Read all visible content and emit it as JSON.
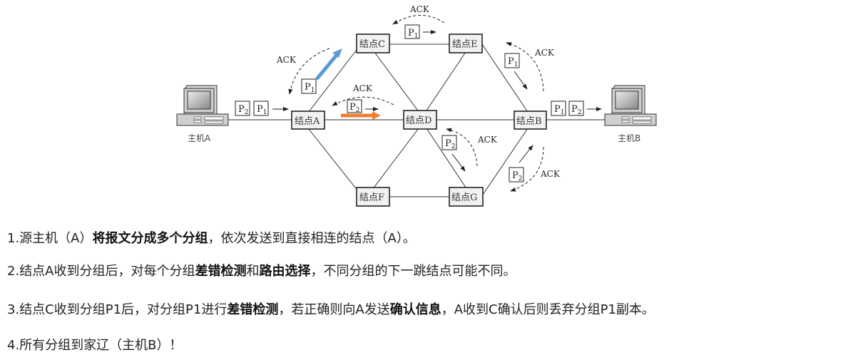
{
  "diagram": {
    "hosts": [
      {
        "id": "hostA",
        "label": "主机A"
      },
      {
        "id": "hostB",
        "label": "主机B"
      }
    ],
    "nodes": [
      {
        "id": "A",
        "label": "结点A"
      },
      {
        "id": "B",
        "label": "结点B"
      },
      {
        "id": "C",
        "label": "结点C"
      },
      {
        "id": "D",
        "label": "结点D"
      },
      {
        "id": "E",
        "label": "结点E"
      },
      {
        "id": "F",
        "label": "结点F"
      },
      {
        "id": "G",
        "label": "结点G"
      }
    ],
    "links": [
      [
        "hostA",
        "A"
      ],
      [
        "A",
        "C"
      ],
      [
        "A",
        "D"
      ],
      [
        "A",
        "F"
      ],
      [
        "C",
        "D"
      ],
      [
        "C",
        "E"
      ],
      [
        "D",
        "E"
      ],
      [
        "D",
        "B"
      ],
      [
        "D",
        "F"
      ],
      [
        "D",
        "G"
      ],
      [
        "E",
        "B"
      ],
      [
        "F",
        "G"
      ],
      [
        "G",
        "B"
      ],
      [
        "B",
        "hostB"
      ]
    ],
    "packets": {
      "p1": "P",
      "p1_sub": "1",
      "p2": "P",
      "p2_sub": "2"
    },
    "ack_label": "ACK",
    "colors": {
      "blue_arrow": "#5b9bd5",
      "orange_arrow": "#ed7d31"
    }
  },
  "steps": [
    {
      "num": "1.",
      "parts": [
        {
          "text": "源主机（A）",
          "bold": false
        },
        {
          "text": "将报文分成多个分组",
          "bold": true
        },
        {
          "text": "，依次发送到直接相连的结点（A）。",
          "bold": false
        }
      ]
    },
    {
      "num": "2.",
      "parts": [
        {
          "text": "结点A收到分组后，对每个分组",
          "bold": false
        },
        {
          "text": "差错检测",
          "bold": true
        },
        {
          "text": "和",
          "bold": false
        },
        {
          "text": "路由选择",
          "bold": true
        },
        {
          "text": "，不同分组的下一跳结点可能不同。",
          "bold": false
        }
      ]
    },
    {
      "num": "3.",
      "parts": [
        {
          "text": "结点C收到分组P1后，对分组P1进行",
          "bold": false
        },
        {
          "text": "差错检测",
          "bold": true
        },
        {
          "text": "，若正确则向A发送",
          "bold": false
        },
        {
          "text": "确认信息",
          "bold": true
        },
        {
          "text": "，A收到C确认后则丢弃分组P1副本。",
          "bold": false
        }
      ]
    },
    {
      "num": "4.",
      "parts": [
        {
          "text": "所有分组到家辽（主机B）！",
          "bold": false
        }
      ]
    }
  ]
}
